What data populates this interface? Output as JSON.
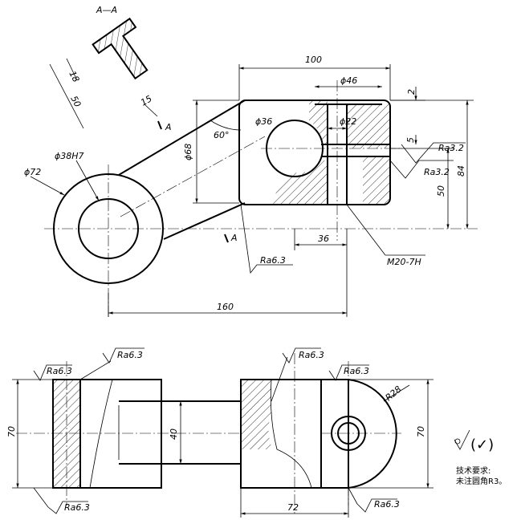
{
  "section": {
    "title": "A—A",
    "dims": [
      "18",
      "50",
      "15"
    ],
    "view_label": "A"
  },
  "top_view": {
    "dims": {
      "width_100": "100",
      "phi46": "ϕ46",
      "phi36": "ϕ36",
      "phi22": "ϕ22",
      "phi68": "ϕ68",
      "angle60": "60°",
      "phi38h7": "ϕ38H7",
      "phi72": "ϕ72",
      "d2": "2",
      "d5": "5",
      "d50": "50",
      "d84": "84",
      "d36": "36",
      "d160": "160"
    },
    "roughness": {
      "ra32a": "Ra3.2",
      "ra32b": "Ra3.2",
      "ra63": "Ra6.3"
    },
    "thread": "M20-7H",
    "view_label": "A"
  },
  "front_view": {
    "dims": {
      "d70_left": "70",
      "d40": "40",
      "d70_right": "70",
      "d72": "72",
      "r28": "R28"
    },
    "roughness": {
      "r1": "Ra6.3",
      "r2": "Ra6.3",
      "r3": "Ra6.3",
      "r4": "Ra6.3",
      "r5": "Ra6.3",
      "r6": "Ra6.3"
    }
  },
  "notes": {
    "general_symbol": "(✓)",
    "line1": "技术要求:",
    "line2": "未注圆角R3。"
  }
}
